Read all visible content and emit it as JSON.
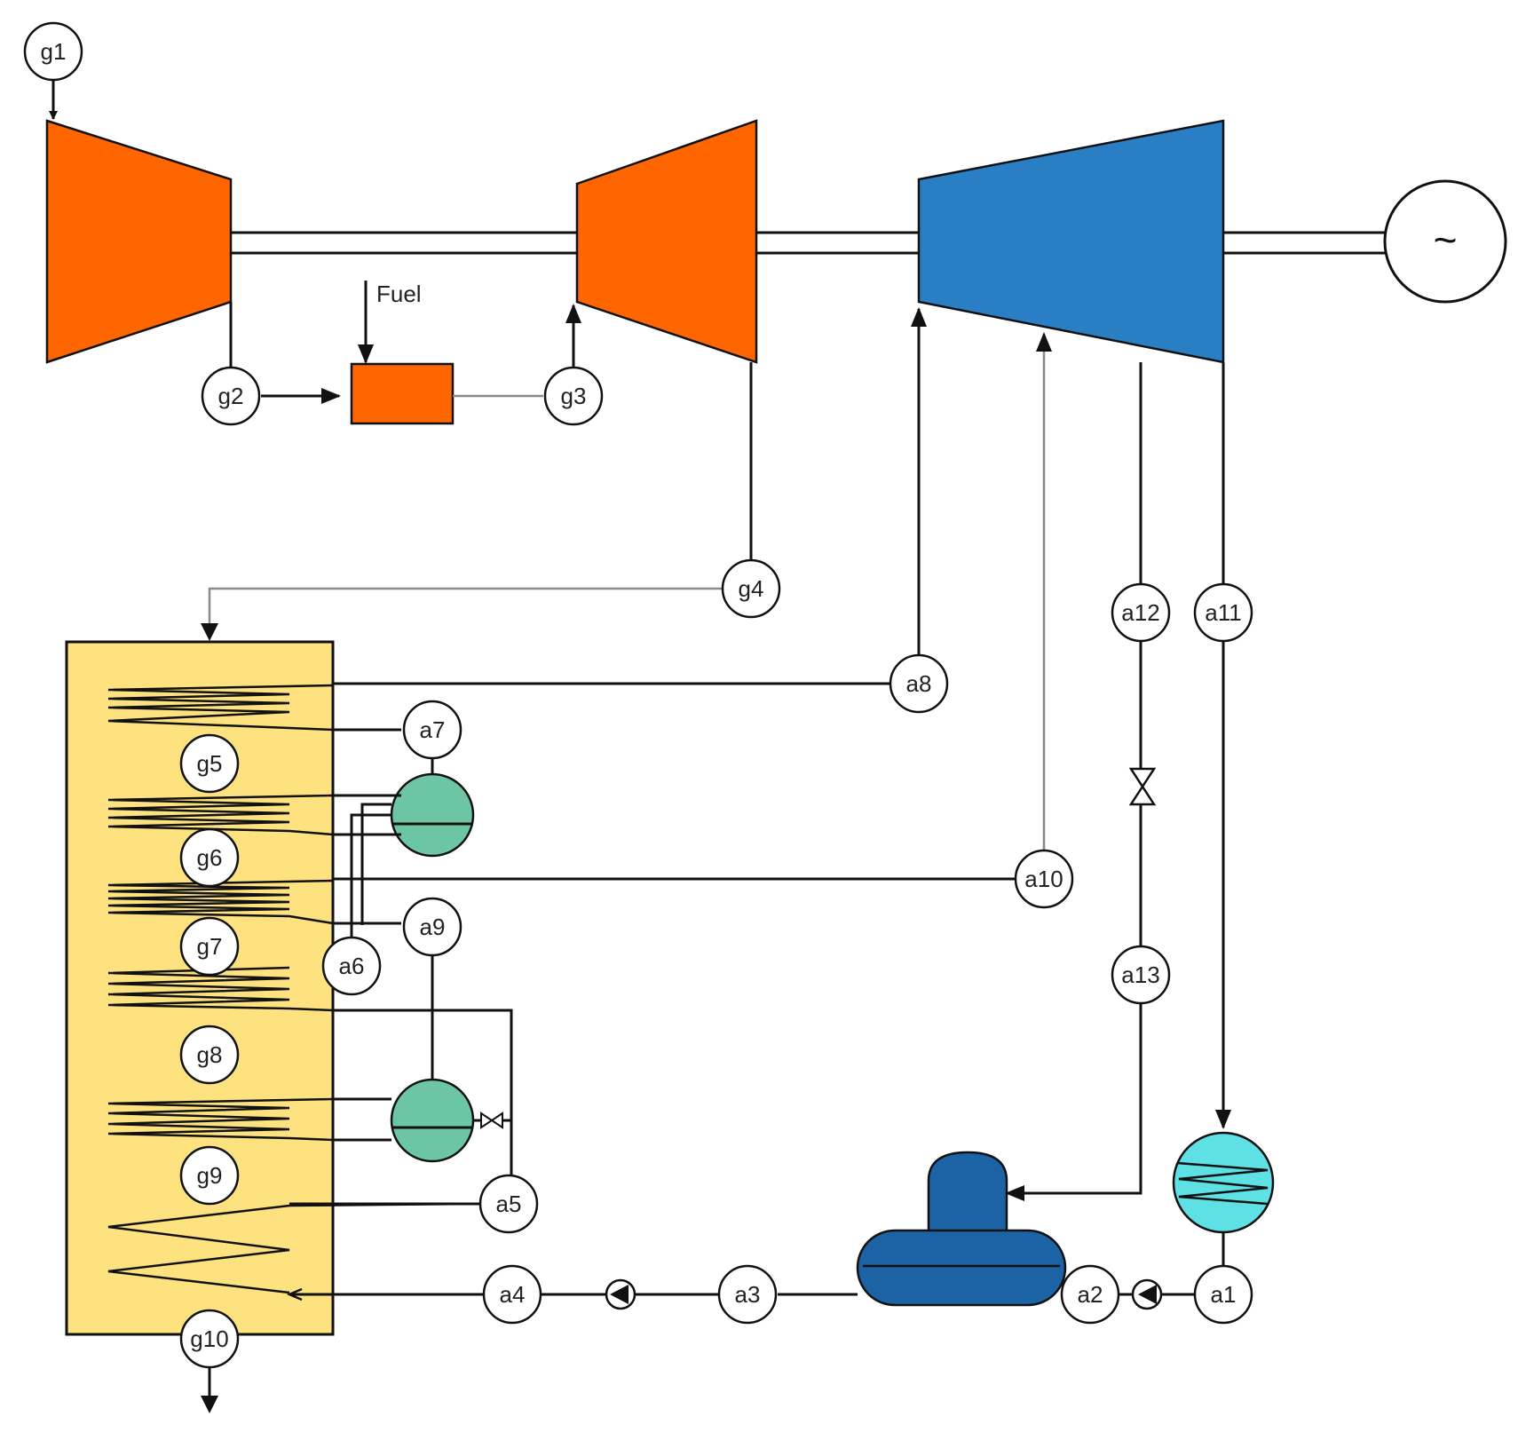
{
  "labels": {
    "fuel": "Fuel",
    "generator_symbol": "~"
  },
  "nodes": {
    "g1": "g1",
    "g2": "g2",
    "g3": "g3",
    "g4": "g4",
    "g5": "g5",
    "g6": "g6",
    "g7": "g7",
    "g8": "g8",
    "g9": "g9",
    "g10": "g10",
    "a1": "a1",
    "a2": "a2",
    "a3": "a3",
    "a4": "a4",
    "a5": "a5",
    "a6": "a6",
    "a7": "a7",
    "a8": "a8",
    "a9": "a9",
    "a10": "a10",
    "a11": "a11",
    "a12": "a12",
    "a13": "a13"
  },
  "colors": {
    "gas_turbine": "#ff6600",
    "steam_turbine": "#2a7fc4",
    "hrsg": "#ffe280",
    "drum": "#6cc6a4",
    "deaerator": "#1c63a6",
    "condenser": "#5ee0e4"
  }
}
